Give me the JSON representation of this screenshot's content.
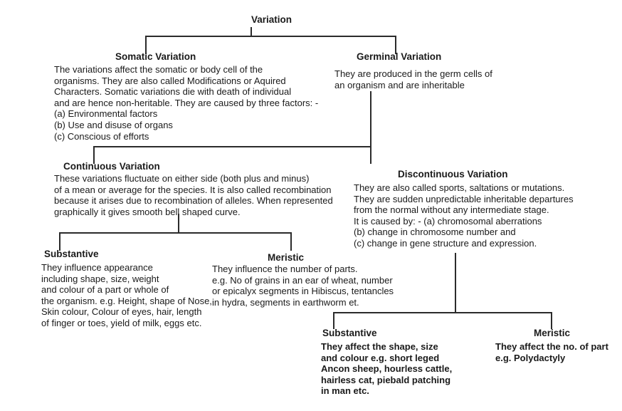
{
  "diagram": {
    "title": "Variation",
    "line_color": "#2b2b2b",
    "nodes": {
      "root": {
        "label": "Variation"
      },
      "somatic": {
        "label": "Somatic Variation",
        "body": "The variations affect the somatic or body cell of the\norganisms. They are also called Modifications or Aquired\nCharacters. Somatic variations die with death of individual\nand are hence non-heritable. They are caused by three factors: -\n(a) Environmental factors\n(b) Use and disuse of organs\n(c) Conscious of efforts"
      },
      "germinal": {
        "label": "Germinal Variation",
        "body": "They are produced in the germ cells of\nan organism and are inheritable"
      },
      "continuous": {
        "label": "Continuous Variation",
        "body": "These variations fluctuate on either side (both plus and minus)\nof a mean or average for the species. It is also called recombination\nbecause it arises due to recombination of alleles. When represented\ngraphically it gives smooth bell shaped curve."
      },
      "discontinuous": {
        "label": "Discontinuous Variation",
        "body": "They are also called sports, saltations or mutations.\nThey are sudden unpredictable inheritable departures\nfrom the normal without any intermediate stage.\nIt is caused by: - (a) chromosomal aberrations\n(b) change in chromosome number and\n(c) change in gene structure and expression."
      },
      "cont_substantive": {
        "label": "Substantive",
        "body": "They influence appearance\nincluding shape, size, weight\nand colour of a part or whole of\nthe organism. e.g. Height, shape of Nose,\nSkin colour, Colour of eyes, hair, length\nof finger or toes, yield of milk, eggs etc."
      },
      "cont_meristic": {
        "label": "Meristic",
        "body": "They influence the number of parts.\ne.g. No of grains in an ear of wheat, number\nor epicalyx segments in Hibiscus, tentancles\nin hydra, segments in earthworm et."
      },
      "disc_substantive": {
        "label": "Substantive",
        "body": "They affect the shape, size\nand colour e.g. short leged\nAncon sheep, hourless cattle,\nhairless cat, piebald patching\nin man etc."
      },
      "disc_meristic": {
        "label": "Meristic",
        "body": "They affect the no. of part\ne.g. Polydactyly"
      }
    }
  }
}
